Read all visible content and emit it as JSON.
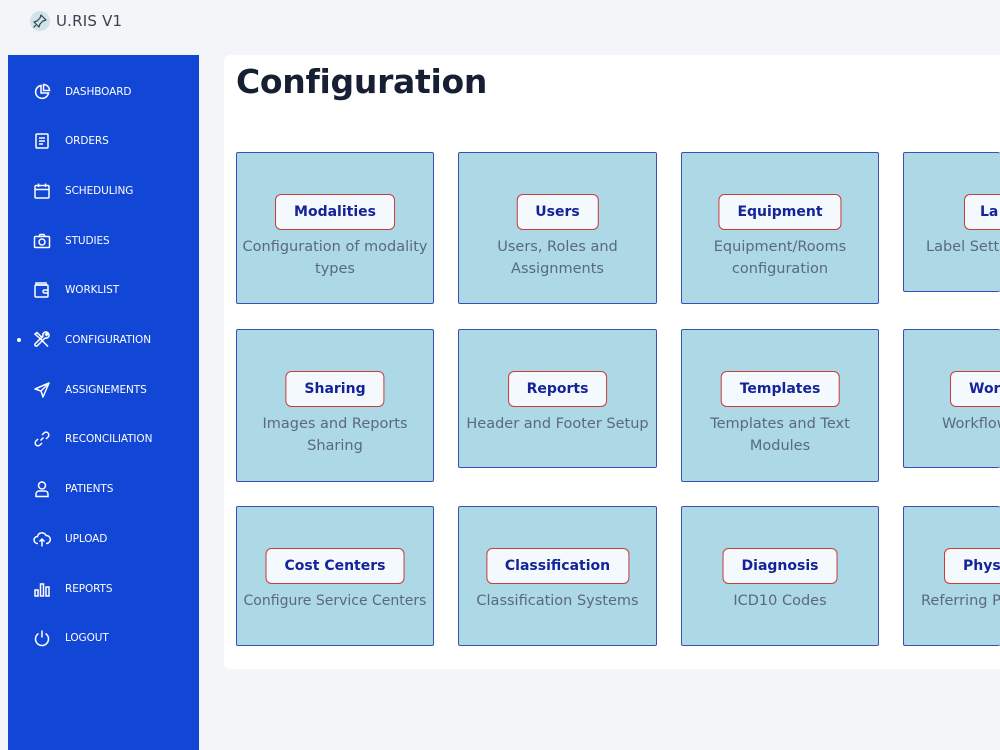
{
  "app": {
    "title": "U.RIS V1",
    "logo_icon": "pin-logo-icon"
  },
  "sidebar": {
    "background": "#1246d6",
    "items": [
      {
        "label": "DASHBOARD",
        "icon": "pie-chart-icon",
        "active": false
      },
      {
        "label": "ORDERS",
        "icon": "document-list-icon",
        "active": false
      },
      {
        "label": "SCHEDULING",
        "icon": "calendar-icon",
        "active": false
      },
      {
        "label": "STUDIES",
        "icon": "camera-icon",
        "active": false
      },
      {
        "label": "WORKLIST",
        "icon": "wallet-icon",
        "active": false
      },
      {
        "label": "CONFIGURATION",
        "icon": "tools-icon",
        "active": true
      },
      {
        "label": "ASSIGNEMENTS",
        "icon": "send-icon",
        "active": false
      },
      {
        "label": "RECONCILIATION",
        "icon": "link-icon",
        "active": false
      },
      {
        "label": "PATIENTS",
        "icon": "user-icon",
        "active": false
      },
      {
        "label": "UPLOAD",
        "icon": "cloud-upload-icon",
        "active": false
      },
      {
        "label": "REPORTS",
        "icon": "bar-chart-icon",
        "active": false
      },
      {
        "label": "LOGOUT",
        "icon": "power-icon",
        "active": false
      }
    ]
  },
  "main": {
    "title": "Configuration",
    "card_bg": "#add8e6",
    "card_border": "#3a4fb4",
    "button_border": "#c93c3c",
    "button_text_color": "#14239a",
    "cards": [
      {
        "label": "Modalities",
        "desc": "Configuration of modality\ntypes"
      },
      {
        "label": "Users",
        "desc": "Users, Roles and\nAssignments"
      },
      {
        "label": "Equipment",
        "desc": "Equipment/Rooms\nconfiguration"
      },
      {
        "label": "La",
        "desc": "Label Settin"
      },
      {
        "label": "Sharing",
        "desc": "Images and Reports\nSharing"
      },
      {
        "label": "Reports",
        "desc": "Header and Footer Setup"
      },
      {
        "label": "Templates",
        "desc": "Templates and Text\nModules"
      },
      {
        "label": "Work",
        "desc": "Workflow"
      },
      {
        "label": "Cost Centers",
        "desc": "Configure Service Centers"
      },
      {
        "label": "Classification",
        "desc": "Classification Systems"
      },
      {
        "label": "Diagnosis",
        "desc": "ICD10 Codes"
      },
      {
        "label": "Physi",
        "desc": "Referring Ph"
      }
    ]
  }
}
